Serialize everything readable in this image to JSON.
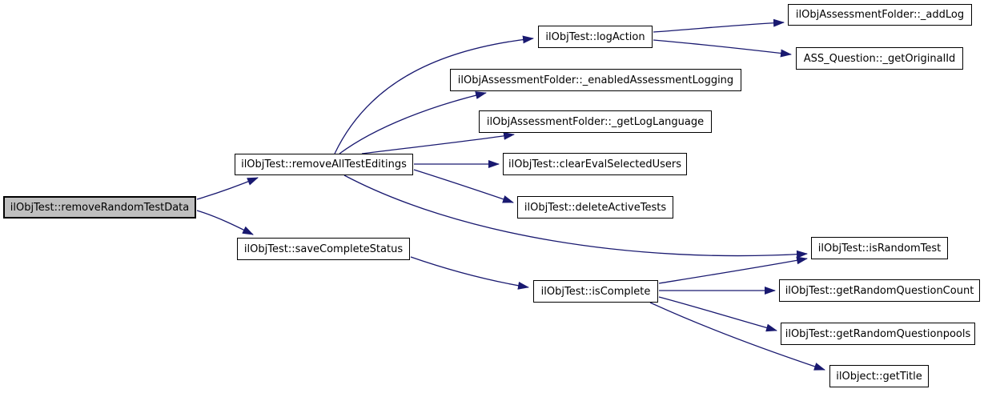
{
  "diagram": {
    "type": "call-graph",
    "background": "#ffffff",
    "edge_color": "#191970",
    "node_fill": "#ffffff",
    "node_border": "#000000",
    "highlight_fill": "#bfbfbf",
    "nodes": [
      {
        "id": "removeRandomTestData",
        "label": "ilObjTest::removeRandomTestData",
        "highlighted": true
      },
      {
        "id": "removeAllTestEditings",
        "label": "ilObjTest::removeAllTestEditings",
        "highlighted": false
      },
      {
        "id": "saveCompleteStatus",
        "label": "ilObjTest::saveCompleteStatus",
        "highlighted": false
      },
      {
        "id": "logAction",
        "label": "ilObjTest::logAction",
        "highlighted": false
      },
      {
        "id": "addLog",
        "label": "ilObjAssessmentFolder::_addLog",
        "highlighted": false
      },
      {
        "id": "getOriginalId",
        "label": "ASS_Question::_getOriginalId",
        "highlighted": false
      },
      {
        "id": "enabledAssessmentLogging",
        "label": "ilObjAssessmentFolder::_enabledAssessmentLogging",
        "highlighted": false
      },
      {
        "id": "getLogLanguage",
        "label": "ilObjAssessmentFolder::_getLogLanguage",
        "highlighted": false
      },
      {
        "id": "clearEvalSelectedUsers",
        "label": "ilObjTest::clearEvalSelectedUsers",
        "highlighted": false
      },
      {
        "id": "deleteActiveTests",
        "label": "ilObjTest::deleteActiveTests",
        "highlighted": false
      },
      {
        "id": "isComplete",
        "label": "ilObjTest::isComplete",
        "highlighted": false
      },
      {
        "id": "isRandomTest",
        "label": "ilObjTest::isRandomTest",
        "highlighted": false
      },
      {
        "id": "getRandomQuestionCount",
        "label": "ilObjTest::getRandomQuestionCount",
        "highlighted": false
      },
      {
        "id": "getRandomQuestionpools",
        "label": "ilObjTest::getRandomQuestionpools",
        "highlighted": false
      },
      {
        "id": "getTitle",
        "label": "ilObject::getTitle",
        "highlighted": false
      }
    ],
    "edges": [
      {
        "from": "removeRandomTestData",
        "to": "removeAllTestEditings"
      },
      {
        "from": "removeRandomTestData",
        "to": "saveCompleteStatus"
      },
      {
        "from": "removeAllTestEditings",
        "to": "logAction"
      },
      {
        "from": "removeAllTestEditings",
        "to": "enabledAssessmentLogging"
      },
      {
        "from": "removeAllTestEditings",
        "to": "getLogLanguage"
      },
      {
        "from": "removeAllTestEditings",
        "to": "clearEvalSelectedUsers"
      },
      {
        "from": "removeAllTestEditings",
        "to": "deleteActiveTests"
      },
      {
        "from": "removeAllTestEditings",
        "to": "isRandomTest"
      },
      {
        "from": "saveCompleteStatus",
        "to": "isComplete"
      },
      {
        "from": "logAction",
        "to": "addLog"
      },
      {
        "from": "logAction",
        "to": "getOriginalId"
      },
      {
        "from": "isComplete",
        "to": "isRandomTest"
      },
      {
        "from": "isComplete",
        "to": "getRandomQuestionCount"
      },
      {
        "from": "isComplete",
        "to": "getRandomQuestionpools"
      },
      {
        "from": "isComplete",
        "to": "getTitle"
      }
    ]
  }
}
